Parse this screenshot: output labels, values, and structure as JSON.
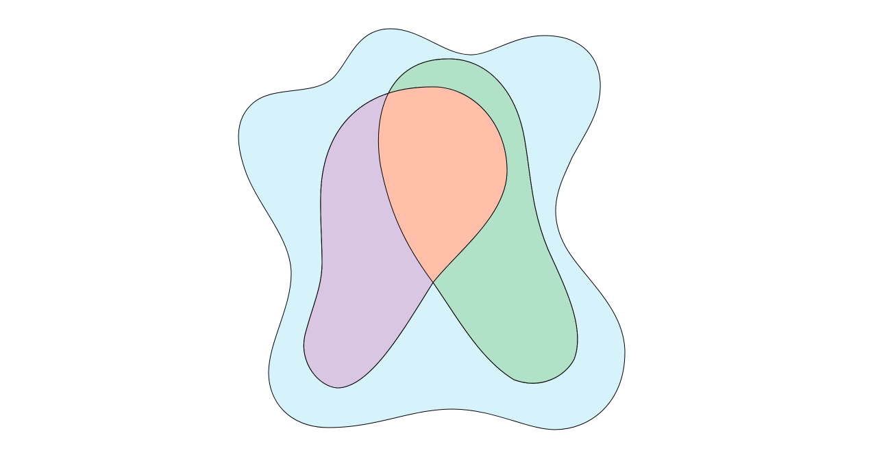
{
  "diagram": {
    "type": "venn",
    "sets": [
      {
        "id": "outer-set",
        "fill": "#d6f2fb"
      },
      {
        "id": "green-set",
        "fill": "#b1e2c7"
      },
      {
        "id": "purple-set",
        "fill": "#d9c6e2"
      }
    ],
    "intersections": [
      {
        "sets": [
          "outer-set",
          "green-set",
          "purple-set"
        ],
        "fill": "#ffbfa9"
      }
    ],
    "labels": []
  }
}
